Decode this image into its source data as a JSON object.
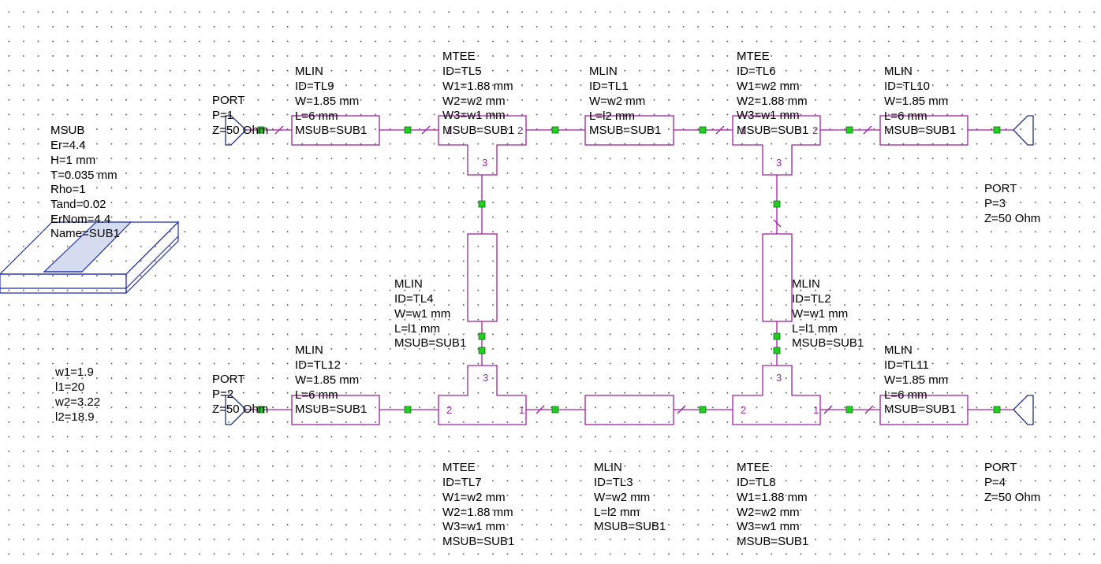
{
  "components": {
    "tl9": {
      "lines": [
        "MLIN",
        "ID=TL9",
        "W=1.85 mm",
        "L=6 mm",
        "MSUB=SUB1"
      ]
    },
    "tl10": {
      "lines": [
        "MLIN",
        "ID=TL10",
        "W=1.85 mm",
        "L=6 mm",
        "MSUB=SUB1"
      ]
    },
    "tl12": {
      "lines": [
        "MLIN",
        "ID=TL12",
        "W=1.85 mm",
        "L=6 mm",
        "MSUB=SUB1"
      ]
    },
    "tl11": {
      "lines": [
        "MLIN",
        "ID=TL11",
        "W=1.85 mm",
        "L=6 mm",
        "MSUB=SUB1"
      ]
    },
    "tl1": {
      "lines": [
        "MLIN",
        "ID=TL1",
        "W=w2 mm",
        "L=l2 mm",
        "MSUB=SUB1"
      ]
    },
    "tl3": {
      "lines": [
        "MLIN",
        "ID=TL3",
        "W=w2 mm",
        "L=l2 mm",
        "MSUB=SUB1"
      ]
    },
    "tl4": {
      "lines": [
        "MLIN",
        "ID=TL4",
        "W=w1 mm",
        "L=l1 mm",
        "MSUB=SUB1"
      ]
    },
    "tl2": {
      "lines": [
        "MLIN",
        "ID=TL2",
        "W=w1 mm",
        "L=l1 mm",
        "MSUB=SUB1"
      ]
    },
    "tl5": {
      "lines": [
        "MTEE",
        "ID=TL5",
        "W1=1.88 mm",
        "W2=w2 mm",
        "W3=w1 mm",
        "MSUB=SUB1"
      ]
    },
    "tl6": {
      "lines": [
        "MTEE",
        "ID=TL6",
        "W1=w2 mm",
        "W2=1.88 mm",
        "W3=w1 mm",
        "MSUB=SUB1"
      ]
    },
    "tl7": {
      "lines": [
        "MTEE",
        "ID=TL7",
        "W1=w2 mm",
        "W2=1.88 mm",
        "W3=w1 mm",
        "MSUB=SUB1"
      ]
    },
    "tl8": {
      "lines": [
        "MTEE",
        "ID=TL8",
        "W1=1.88 mm",
        "W2=w2 mm",
        "W3=w1 mm",
        "MSUB=SUB1"
      ]
    },
    "port1": {
      "lines": [
        "PORT",
        "P=1",
        "Z=50 Ohm"
      ]
    },
    "port2": {
      "lines": [
        "PORT",
        "P=2",
        "Z=50 Ohm"
      ]
    },
    "port3": {
      "lines": [
        "PORT",
        "P=3",
        "Z=50 Ohm"
      ]
    },
    "port4": {
      "lines": [
        "PORT",
        "P=4",
        "Z=50 Ohm"
      ]
    },
    "msub": {
      "lines": [
        "MSUB",
        "Er=4.4",
        "H=1 mm",
        "T=0.035 mm",
        "Rho=1",
        "Tand=0.02",
        "ErNom=4.4",
        "Name=SUB1"
      ]
    },
    "variables": {
      "lines": [
        "w1=1.9",
        "l1=20",
        "w2=3.22",
        "l2=18.9"
      ]
    }
  },
  "pins": {
    "tl5": [
      "1",
      "2",
      "3"
    ],
    "tl6": [
      "1",
      "2",
      "3"
    ],
    "tl7": [
      "2",
      "1",
      "3"
    ],
    "tl8": [
      "2",
      "1",
      "3"
    ]
  },
  "colors": {
    "component": "#a020a0",
    "wire": "#a020a0",
    "node": "#20d020",
    "port": "#203080",
    "substrate": "#1f2fb0",
    "grid_dot": "#6c6c6c"
  }
}
